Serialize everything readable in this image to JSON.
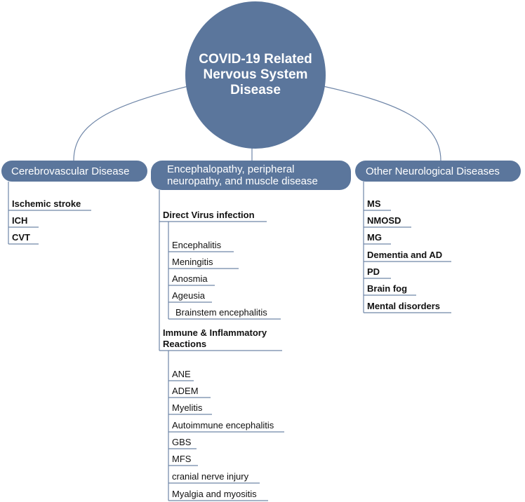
{
  "root": {
    "title": "COVID-19 Related Nervous System Disease",
    "title_lines": [
      "COVID-19 Related",
      "Nervous System",
      "Disease"
    ]
  },
  "colors": {
    "node_fill": "#5b769c",
    "line": "#6f86a8",
    "text": "#111111"
  },
  "categories": [
    {
      "label": "Cerebrovascular Disease",
      "items": [
        "Ischemic stroke",
        "ICH",
        "CVT"
      ]
    },
    {
      "label": "Encephalopathy, peripheral neuropathy, and muscle disease",
      "label_lines": [
        "Encephalopathy, peripheral",
        "neuropathy, and muscle disease"
      ],
      "groups": [
        {
          "label": "Direct Virus infection",
          "items": [
            "Encephalitis",
            "Meningitis",
            "Anosmia",
            "Ageusia",
            "Brainstem encephalitis"
          ]
        },
        {
          "label": "Immune & Inflammatory Reactions",
          "label_lines": [
            "Immune & Inflammatory",
            "Reactions"
          ],
          "items": [
            "ANE",
            "ADEM",
            "Myelitis",
            "Autoimmune encephalitis",
            "GBS",
            "MFS",
            "cranial nerve injury",
            "Myalgia and myositis"
          ]
        }
      ]
    },
    {
      "label": "Other Neurological Diseases",
      "items": [
        "MS",
        "NMOSD",
        "MG",
        "Dementia and AD",
        "PD",
        "Brain fog",
        "Mental disorders"
      ]
    }
  ]
}
